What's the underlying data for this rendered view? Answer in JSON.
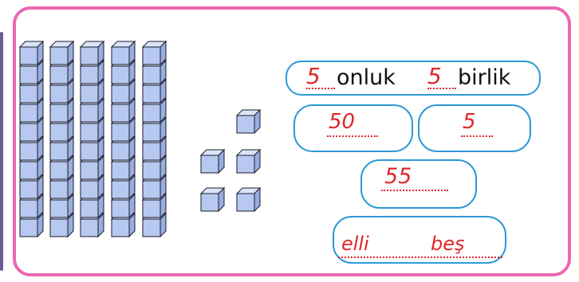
{
  "place_value": {
    "tens_count": 5,
    "ones_count": 5,
    "breakdown": {
      "tens_answer": "5",
      "tens_word": "onluk",
      "ones_answer": "5",
      "ones_word": "birlik"
    },
    "tens_value_answer": "50",
    "ones_value_answer": "5",
    "number_answer": "55",
    "words_answer_1": "elli",
    "words_answer_2": "beş"
  },
  "colors": {
    "frame": "#ec67b2",
    "pill_border": "#2e9ad6",
    "block_fill": "#b7c9f0",
    "block_top": "#dbe5fa",
    "handwriting": "#e0262b"
  }
}
